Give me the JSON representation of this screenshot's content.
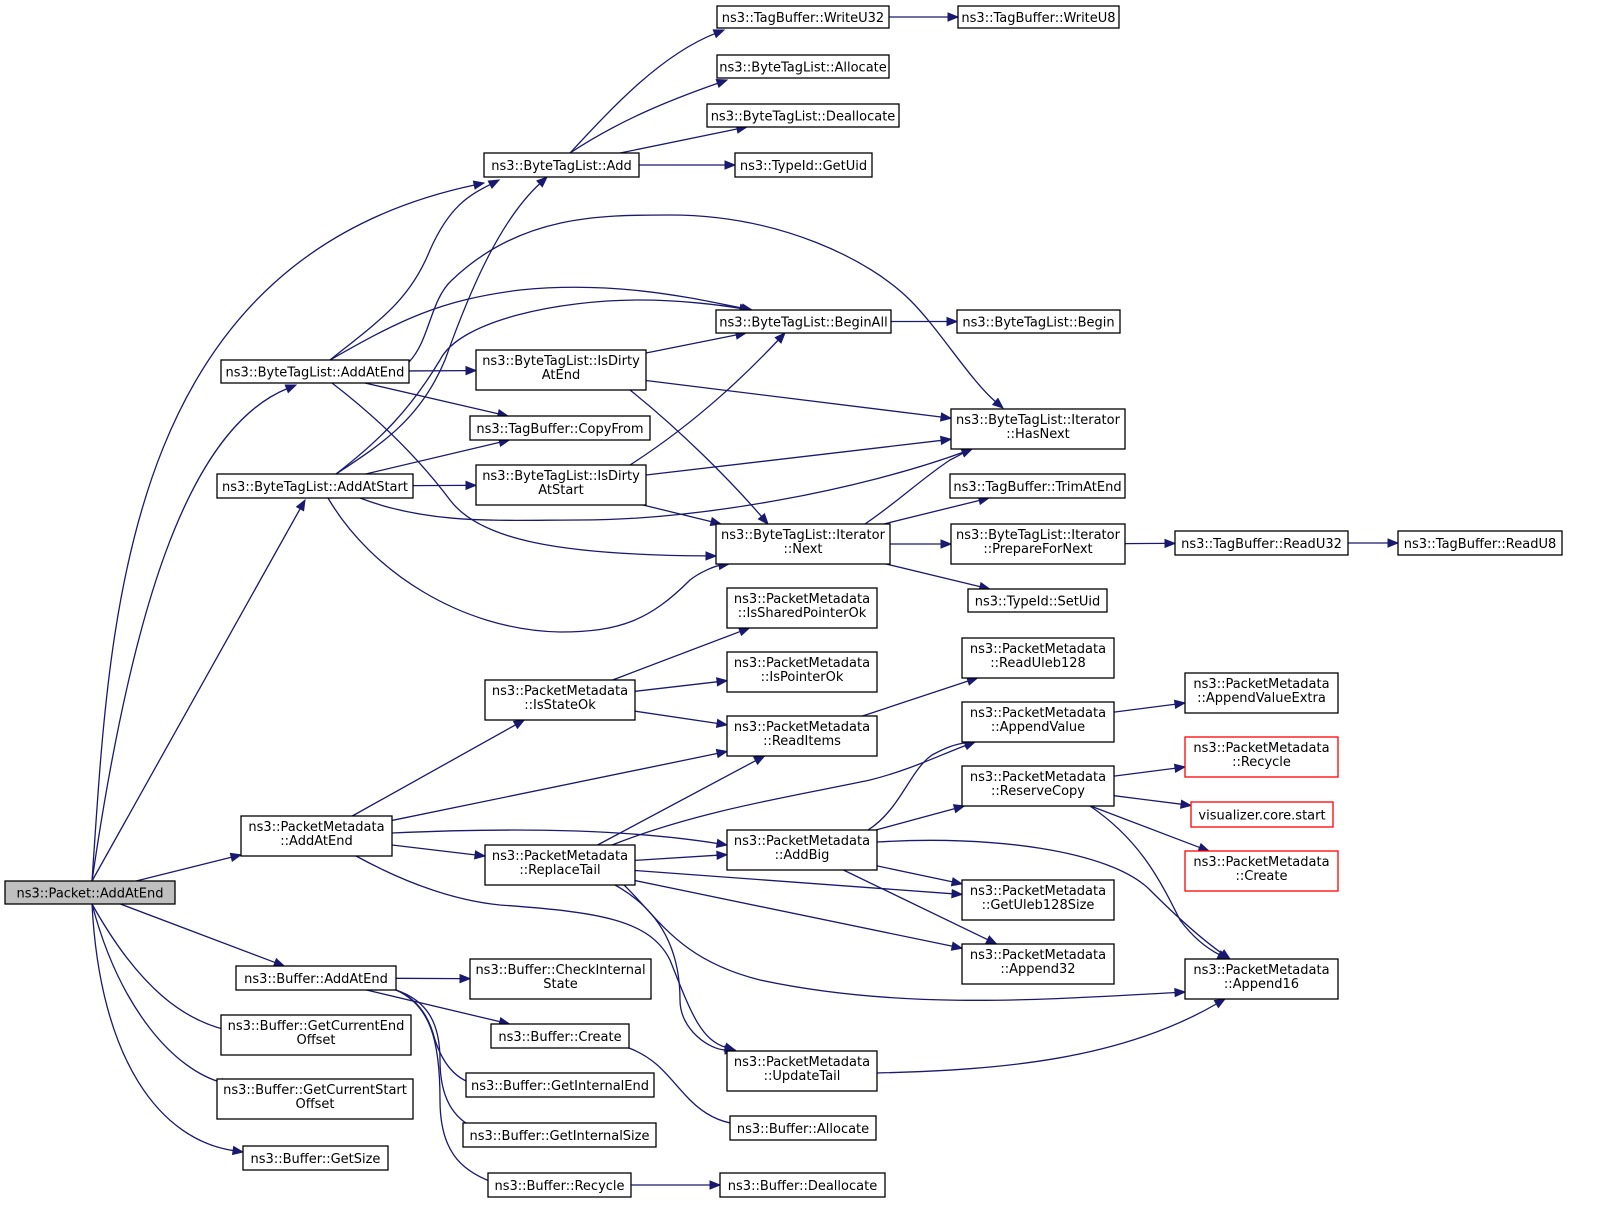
{
  "diagram": {
    "colors": {
      "edge": "#191970",
      "root_fill": "#bfbfbf",
      "truncated_border": "#ff0000",
      "node_border": "#000000"
    },
    "nodes": {
      "packet_addatend": {
        "lines": [
          "ns3::Packet::AddAtEnd"
        ],
        "root": true
      },
      "btl_add": {
        "lines": [
          "ns3::ByteTagList::Add"
        ]
      },
      "tb_writeu32": {
        "lines": [
          "ns3::TagBuffer::WriteU32"
        ]
      },
      "tb_writeu8": {
        "lines": [
          "ns3::TagBuffer::WriteU8"
        ]
      },
      "btl_allocate": {
        "lines": [
          "ns3::ByteTagList::Allocate"
        ]
      },
      "btl_deallocate": {
        "lines": [
          "ns3::ByteTagList::Deallocate"
        ]
      },
      "typeid_getuid": {
        "lines": [
          "ns3::TypeId::GetUid"
        ]
      },
      "btl_addatend": {
        "lines": [
          "ns3::ByteTagList::AddAtEnd"
        ]
      },
      "btl_beginall": {
        "lines": [
          "ns3::ByteTagList::BeginAll"
        ]
      },
      "btl_begin": {
        "lines": [
          "ns3::ByteTagList::Begin"
        ]
      },
      "btl_isdirtyatend": {
        "lines": [
          "ns3::ByteTagList::IsDirty",
          "AtEnd"
        ]
      },
      "tb_copyfrom": {
        "lines": [
          "ns3::TagBuffer::CopyFrom"
        ]
      },
      "it_hasnext": {
        "lines": [
          "ns3::ByteTagList::Iterator",
          "::HasNext"
        ]
      },
      "btl_addatstart": {
        "lines": [
          "ns3::ByteTagList::AddAtStart"
        ]
      },
      "btl_isdirtyatstart": {
        "lines": [
          "ns3::ByteTagList::IsDirty",
          "AtStart"
        ]
      },
      "tb_trimatend": {
        "lines": [
          "ns3::TagBuffer::TrimAtEnd"
        ]
      },
      "it_next": {
        "lines": [
          "ns3::ByteTagList::Iterator",
          "::Next"
        ]
      },
      "it_preparefornext": {
        "lines": [
          "ns3::ByteTagList::Iterator",
          "::PrepareForNext"
        ]
      },
      "tb_readu32": {
        "lines": [
          "ns3::TagBuffer::ReadU32"
        ]
      },
      "tb_readu8": {
        "lines": [
          "ns3::TagBuffer::ReadU8"
        ]
      },
      "typeid_setuid": {
        "lines": [
          "ns3::TypeId::SetUid"
        ]
      },
      "pm_issharedpointerok": {
        "lines": [
          "ns3::PacketMetadata",
          "::IsSharedPointerOk"
        ]
      },
      "pm_readuleb128": {
        "lines": [
          "ns3::PacketMetadata",
          "::ReadUleb128"
        ]
      },
      "pm_isstateok": {
        "lines": [
          "ns3::PacketMetadata",
          "::IsStateOk"
        ]
      },
      "pm_ispointerok": {
        "lines": [
          "ns3::PacketMetadata",
          "::IsPointerOk"
        ]
      },
      "pm_appendvalueextra": {
        "lines": [
          "ns3::PacketMetadata",
          "::AppendValueExtra"
        ]
      },
      "pm_appendvalue": {
        "lines": [
          "ns3::PacketMetadata",
          "::AppendValue"
        ]
      },
      "pm_readitems": {
        "lines": [
          "ns3::PacketMetadata",
          "::ReadItems"
        ]
      },
      "pm_recycle": {
        "lines": [
          "ns3::PacketMetadata",
          "::Recycle"
        ],
        "truncated": true
      },
      "pm_reservecopy": {
        "lines": [
          "ns3::PacketMetadata",
          "::ReserveCopy"
        ]
      },
      "viz_start": {
        "lines": [
          "visualizer.core.start"
        ],
        "truncated": true
      },
      "pm_addatend": {
        "lines": [
          "ns3::PacketMetadata",
          "::AddAtEnd"
        ]
      },
      "pm_addbig": {
        "lines": [
          "ns3::PacketMetadata",
          "::AddBig"
        ]
      },
      "pm_replacetail": {
        "lines": [
          "ns3::PacketMetadata",
          "::ReplaceTail"
        ]
      },
      "pm_create": {
        "lines": [
          "ns3::PacketMetadata",
          "::Create"
        ],
        "truncated": true
      },
      "pm_getuleb128size": {
        "lines": [
          "ns3::PacketMetadata",
          "::GetUleb128Size"
        ]
      },
      "pm_append32": {
        "lines": [
          "ns3::PacketMetadata",
          "::Append32"
        ]
      },
      "pm_append16": {
        "lines": [
          "ns3::PacketMetadata",
          "::Append16"
        ]
      },
      "buf_addatend": {
        "lines": [
          "ns3::Buffer::AddAtEnd"
        ]
      },
      "buf_checkinternalstate": {
        "lines": [
          "ns3::Buffer::CheckInternal",
          "State"
        ]
      },
      "buf_getcurrentendoffset": {
        "lines": [
          "ns3::Buffer::GetCurrentEnd",
          "Offset"
        ]
      },
      "buf_create": {
        "lines": [
          "ns3::Buffer::Create"
        ]
      },
      "pm_updatetail": {
        "lines": [
          "ns3::PacketMetadata",
          "::UpdateTail"
        ]
      },
      "buf_getcurrentstartoffset": {
        "lines": [
          "ns3::Buffer::GetCurrentStart",
          "Offset"
        ]
      },
      "buf_getinternalend": {
        "lines": [
          "ns3::Buffer::GetInternalEnd"
        ]
      },
      "buf_getinternalsize": {
        "lines": [
          "ns3::Buffer::GetInternalSize"
        ]
      },
      "buf_allocate": {
        "lines": [
          "ns3::Buffer::Allocate"
        ]
      },
      "buf_getsize": {
        "lines": [
          "ns3::Buffer::GetSize"
        ]
      },
      "buf_recycle": {
        "lines": [
          "ns3::Buffer::Recycle"
        ]
      },
      "buf_deallocate": {
        "lines": [
          "ns3::Buffer::Deallocate"
        ]
      }
    },
    "edges": [
      [
        "packet_addatend",
        "btl_add"
      ],
      [
        "packet_addatend",
        "btl_addatend"
      ],
      [
        "packet_addatend",
        "btl_addatstart"
      ],
      [
        "packet_addatend",
        "pm_addatend"
      ],
      [
        "packet_addatend",
        "buf_addatend"
      ],
      [
        "packet_addatend",
        "buf_getcurrentendoffset"
      ],
      [
        "packet_addatend",
        "buf_getcurrentstartoffset"
      ],
      [
        "packet_addatend",
        "buf_getsize"
      ],
      [
        "btl_add",
        "tb_writeu32"
      ],
      [
        "tb_writeu32",
        "tb_writeu8"
      ],
      [
        "btl_add",
        "btl_allocate"
      ],
      [
        "btl_add",
        "btl_deallocate"
      ],
      [
        "btl_add",
        "typeid_getuid"
      ],
      [
        "btl_addatend",
        "btl_add"
      ],
      [
        "btl_addatend",
        "btl_beginall"
      ],
      [
        "btl_addatend",
        "it_hasnext"
      ],
      [
        "btl_addatend",
        "btl_isdirtyatend"
      ],
      [
        "btl_addatend",
        "tb_copyfrom"
      ],
      [
        "btl_addatend",
        "it_next"
      ],
      [
        "btl_beginall",
        "btl_begin"
      ],
      [
        "btl_isdirtyatend",
        "btl_beginall"
      ],
      [
        "btl_isdirtyatend",
        "it_hasnext"
      ],
      [
        "btl_isdirtyatend",
        "it_next"
      ],
      [
        "btl_addatstart",
        "btl_add"
      ],
      [
        "btl_addatstart",
        "btl_beginall"
      ],
      [
        "btl_addatstart",
        "tb_copyfrom"
      ],
      [
        "btl_addatstart",
        "btl_isdirtyatstart"
      ],
      [
        "btl_addatstart",
        "it_hasnext"
      ],
      [
        "btl_addatstart",
        "it_next"
      ],
      [
        "btl_isdirtyatstart",
        "btl_beginall"
      ],
      [
        "btl_isdirtyatstart",
        "it_hasnext"
      ],
      [
        "btl_isdirtyatstart",
        "it_next"
      ],
      [
        "it_next",
        "it_hasnext"
      ],
      [
        "it_next",
        "tb_trimatend"
      ],
      [
        "it_next",
        "it_preparefornext"
      ],
      [
        "it_next",
        "typeid_setuid"
      ],
      [
        "it_preparefornext",
        "tb_readu32"
      ],
      [
        "tb_readu32",
        "tb_readu8"
      ],
      [
        "pm_isstateok",
        "pm_issharedpointerok"
      ],
      [
        "pm_isstateok",
        "pm_ispointerok"
      ],
      [
        "pm_isstateok",
        "pm_readitems"
      ],
      [
        "pm_readitems",
        "pm_readuleb128"
      ],
      [
        "pm_appendvalue",
        "pm_appendvalueextra"
      ],
      [
        "pm_addatend",
        "pm_isstateok"
      ],
      [
        "pm_addatend",
        "pm_readitems"
      ],
      [
        "pm_addatend",
        "pm_addbig"
      ],
      [
        "pm_addatend",
        "pm_replacetail"
      ],
      [
        "pm_addatend",
        "pm_updatetail"
      ],
      [
        "pm_replacetail",
        "pm_readitems"
      ],
      [
        "pm_replacetail",
        "pm_appendvalue"
      ],
      [
        "pm_replacetail",
        "pm_addbig"
      ],
      [
        "pm_replacetail",
        "pm_getuleb128size"
      ],
      [
        "pm_replacetail",
        "pm_append32"
      ],
      [
        "pm_replacetail",
        "pm_append16"
      ],
      [
        "pm_replacetail",
        "pm_updatetail"
      ],
      [
        "pm_addbig",
        "pm_appendvalue"
      ],
      [
        "pm_addbig",
        "pm_reservecopy"
      ],
      [
        "pm_addbig",
        "pm_getuleb128size"
      ],
      [
        "pm_addbig",
        "pm_append32"
      ],
      [
        "pm_addbig",
        "pm_append16"
      ],
      [
        "pm_reservecopy",
        "pm_recycle"
      ],
      [
        "pm_reservecopy",
        "viz_start"
      ],
      [
        "pm_reservecopy",
        "pm_create"
      ],
      [
        "pm_reservecopy",
        "pm_append16"
      ],
      [
        "pm_updatetail",
        "pm_append16"
      ],
      [
        "buf_addatend",
        "buf_checkinternalstate"
      ],
      [
        "buf_addatend",
        "buf_create"
      ],
      [
        "buf_addatend",
        "buf_getinternalend"
      ],
      [
        "buf_addatend",
        "buf_getinternalsize"
      ],
      [
        "buf_addatend",
        "buf_recycle"
      ],
      [
        "buf_create",
        "buf_allocate"
      ],
      [
        "buf_recycle",
        "buf_deallocate"
      ]
    ]
  }
}
